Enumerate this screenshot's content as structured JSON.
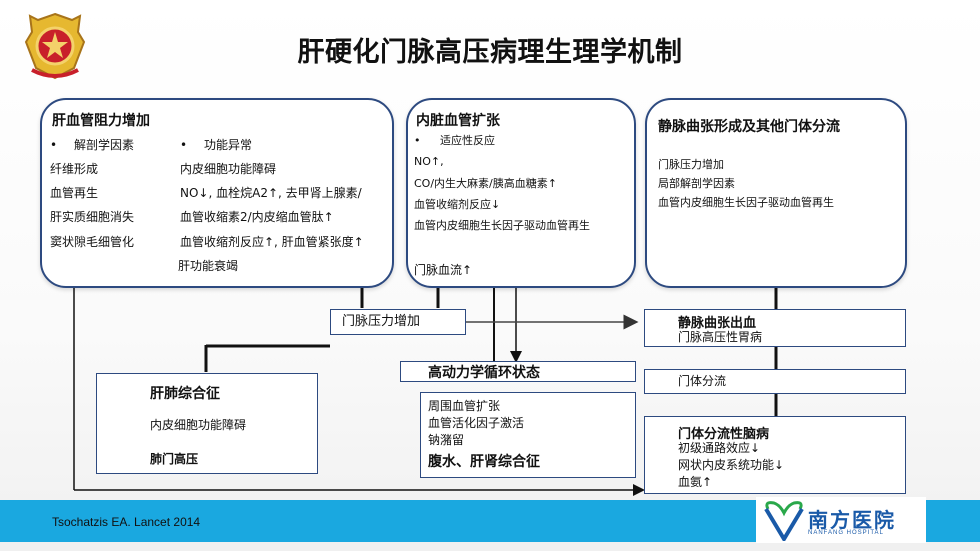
{
  "title": "肝硬化门脉高压病理生理学机制",
  "box1": {
    "heading": "肝血管阻力增加",
    "left_bullet": "解剖学因素",
    "left_items": [
      "纤维形成",
      "血管再生",
      "肝实质细胞消失",
      "窦状隙毛细管化"
    ],
    "right_bullet": "功能异常",
    "right_items": [
      "内皮细胞功能障碍",
      "NO↓, 血栓烷A2↑, 去甲肾上腺素/",
      "血管收缩素2/内皮缩血管肽↑",
      "血管收缩剂反应↑, 肝血管紧张度↑"
    ],
    "arrow_result": "肝功能衰竭"
  },
  "box2": {
    "heading": "内脏血管扩张",
    "bullet": "适应性反应",
    "items": [
      "NO↑,",
      "CO/内生大麻素/胰高血糖素↑",
      "血管收缩剂反应↓",
      "血管内皮细胞生长因子驱动血管再生"
    ],
    "result": "门脉血流↑"
  },
  "box3": {
    "heading": "静脉曲张形成及其他门体分流",
    "items": [
      "门脉压力增加",
      "局部解剖学因素",
      "血管内皮细胞生长因子驱动血管再生"
    ]
  },
  "portal_pressure": "门脉压力增加",
  "hepatopulmonary": {
    "heading": "肝肺综合征",
    "item": "内皮细胞功能障碍",
    "footer": "肺门高压"
  },
  "hyperdynamic": {
    "heading": "高动力学循环状态",
    "items": [
      "周围血管扩张",
      "血管活化因子激活",
      "钠潴留"
    ],
    "footer": "腹水、肝肾综合征"
  },
  "bleeding": {
    "heading": "静脉曲张出血",
    "item": "门脉高压性胃病"
  },
  "shunt": {
    "label": "门体分流"
  },
  "encephalopathy": {
    "heading": "门体分流性脑病",
    "items": [
      "初级通路效应↓",
      "网状内皮系统功能↓",
      "血氨↑"
    ]
  },
  "citation": "Tsochatzis  EA. Lancet 2014",
  "logo": {
    "name": "南方医院",
    "sub": "NANFANG HOSPITAL"
  },
  "colors": {
    "border": "#2d4a80",
    "footer": "#1aa8e0",
    "arrow_red": "#c0161c",
    "logo": "#1a5aa8"
  }
}
